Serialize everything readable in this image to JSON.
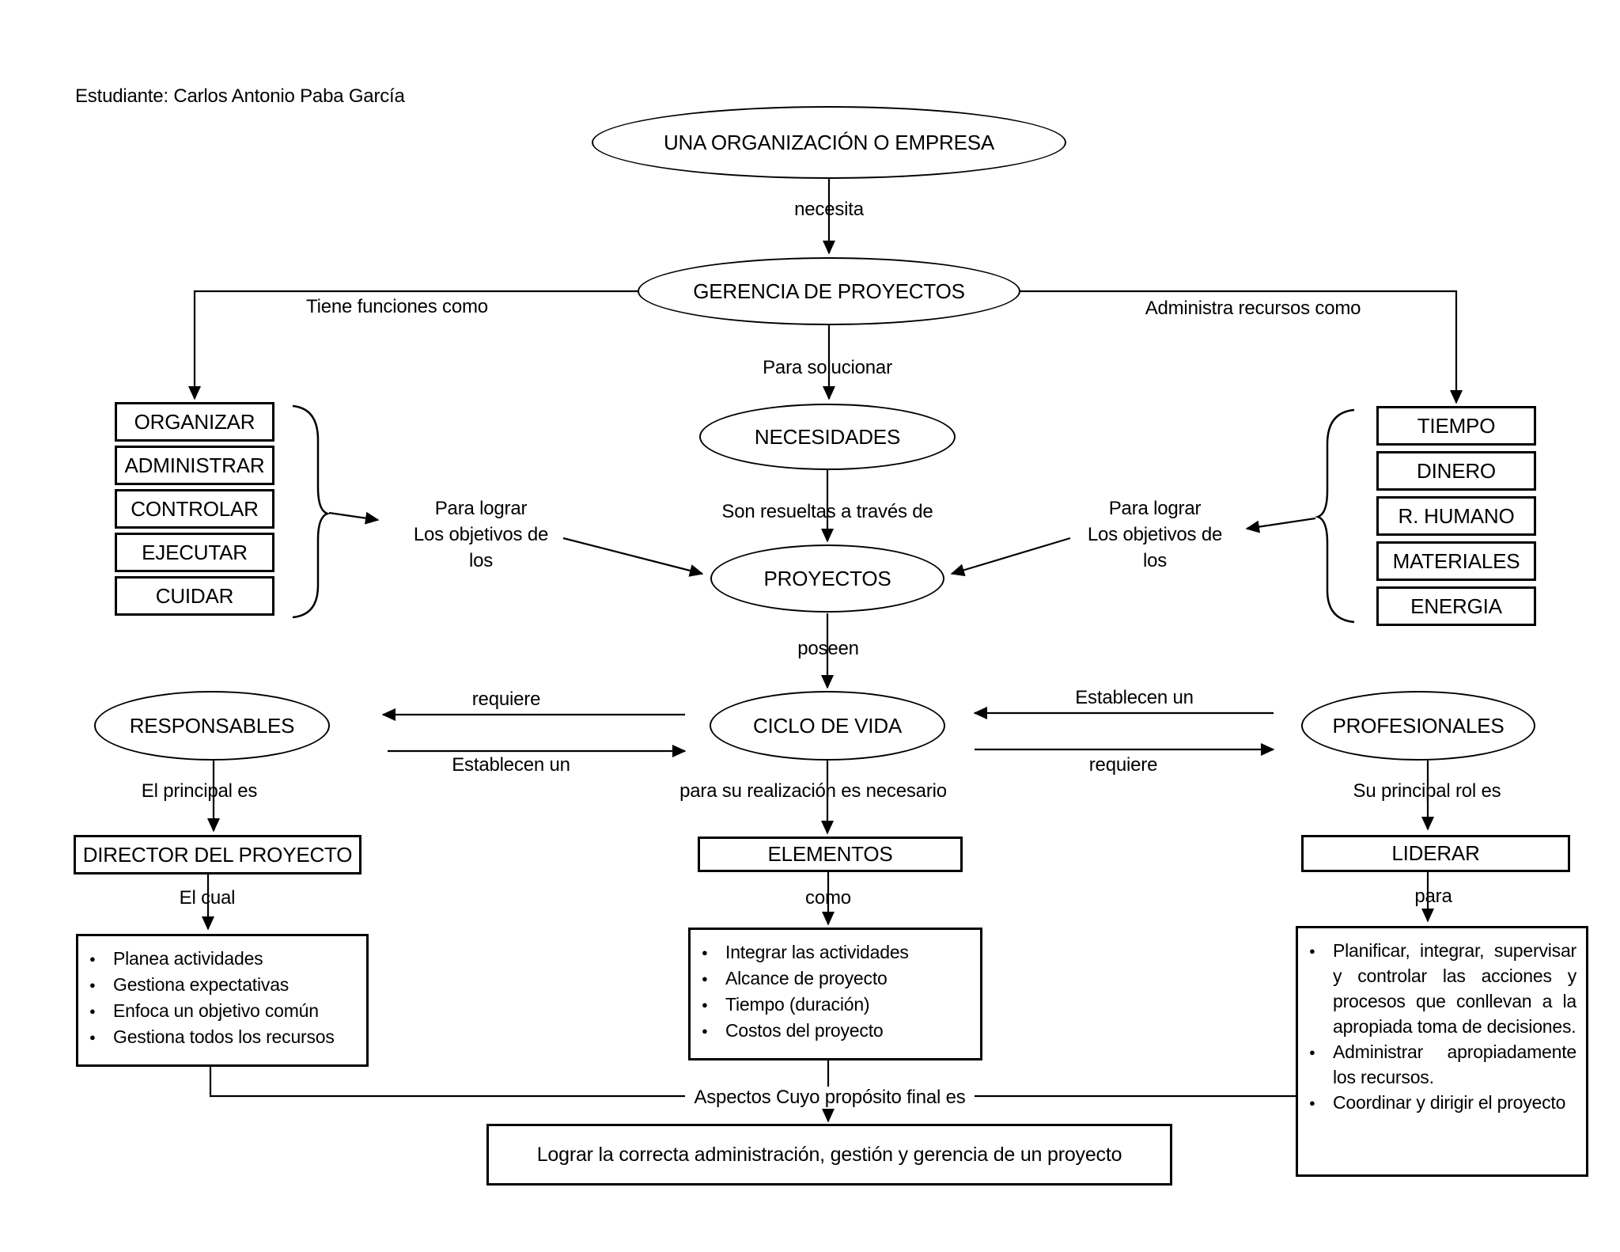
{
  "page": {
    "student_label": "Estudiante: Carlos Antonio Paba García"
  },
  "nodes": {
    "organization": "UNA ORGANIZACIÓN O EMPRESA",
    "gerencia": "GERENCIA DE PROYECTOS",
    "necesidades": "NECESIDADES",
    "proyectos": "PROYECTOS",
    "ciclo_de_vida": "CICLO DE VIDA",
    "responsables": "RESPONSABLES",
    "profesionales": "PROFESIONALES",
    "director": "DIRECTOR DEL PROYECTO",
    "elementos": "ELEMENTOS",
    "liderar": "LIDERAR",
    "final_goal": "Lograr la correcta administración, gestión y gerencia de un proyecto"
  },
  "functions": [
    "ORGANIZAR",
    "ADMINISTRAR",
    "CONTROLAR",
    "EJECUTAR",
    "CUIDAR"
  ],
  "resources": [
    "TIEMPO",
    "DINERO",
    "R. HUMANO",
    "MATERIALES",
    "ENERGIA"
  ],
  "edge_labels": {
    "necesita": "necesita",
    "tiene_funciones": "Tiene funciones como",
    "administra_recursos": "Administra recursos como",
    "para_solucionar": "Para solucionar",
    "son_resueltas": "Son resueltas a través de",
    "poseen": "poseen",
    "para_lograr_1": "Para lograr",
    "para_lograr_2": "Los objetivos de",
    "para_lograr_3": "los",
    "requiere": "requiere",
    "establecen_un": "Establecen un",
    "el_principal_es": "El principal es",
    "su_principal_rol": "Su principal rol es",
    "el_cual": "El cual",
    "como": "como",
    "para": "para",
    "para_su_realizacion": "para su realización es necesario",
    "aspectos": "Aspectos Cuyo propósito final es"
  },
  "director_tasks": [
    "Planea actividades",
    "Gestiona expectativas",
    "Enfoca un objetivo común",
    "Gestiona todos los recursos"
  ],
  "elementos_items": [
    "Integrar las actividades",
    "Alcance de proyecto",
    "Tiempo (duración)",
    "Costos del proyecto"
  ],
  "liderar_tasks": [
    "Planificar, integrar, supervisar y controlar las acciones y procesos que conllevan a la apropiada toma de decisiones.",
    "Administrar apropiadamente los recursos.",
    "Coordinar y dirigir el proyecto"
  ]
}
